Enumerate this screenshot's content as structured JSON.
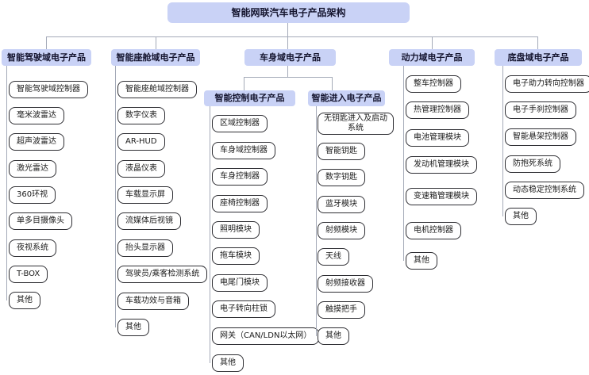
{
  "title": "智能网联汽车电子产品架构",
  "colors": {
    "header_bg": "#c9d2f6",
    "node_border": "#2e2e33",
    "connector": "#a4aab8",
    "header_text": "#15152f",
    "node_text": "#1b1b1b"
  },
  "columns": [
    {
      "label": "智能驾驶域电子产品",
      "children": [
        "智能驾驶域控制器",
        "毫米波雷达",
        "超声波雷达",
        "激光雷达",
        "360环视",
        "单多目摄像头",
        "夜视系统",
        "T-BOX",
        "其他"
      ]
    },
    {
      "label": "智能座舱域电子产品",
      "children": [
        "智能座舱域控制器",
        "数字仪表",
        "AR-HUD",
        "液晶仪表",
        "车载显示屏",
        "流媒体后视镜",
        "抬头显示器",
        "驾驶员/乘客检测系统",
        "车载功效与音箱",
        "其他"
      ]
    },
    {
      "label": "车身域电子产品",
      "groups": [
        {
          "label": "智能控制电子产品",
          "children": [
            "区域控制器",
            "车身域控制器",
            "车身控制器",
            "座椅控制器",
            "照明模块",
            "拖车模块",
            "电尾门模块",
            "电子转向柱锁",
            "网关（CAN/LDN以太网）",
            "其他"
          ]
        },
        {
          "label": "智能进入电子产品",
          "children": [
            "无钥匙进入及启动系统",
            "智能钥匙",
            "数字钥匙",
            "蓝牙模块",
            "射频模块",
            "天线",
            "射频接收器",
            "触摸把手",
            "其他"
          ]
        }
      ]
    },
    {
      "label": "动力域电子产品",
      "children": [
        "整车控制器",
        "热管理控制器",
        "电池管理模块",
        "发动机管理模块",
        "变速箱管理模块",
        "电机控制器",
        "其他"
      ]
    },
    {
      "label": "底盘域电子产品",
      "children": [
        "电子助力转向控制器",
        "电子手刹控制器",
        "智能悬架控制器",
        "防抱死系统",
        "动态稳定控制系统",
        "其他"
      ]
    }
  ]
}
